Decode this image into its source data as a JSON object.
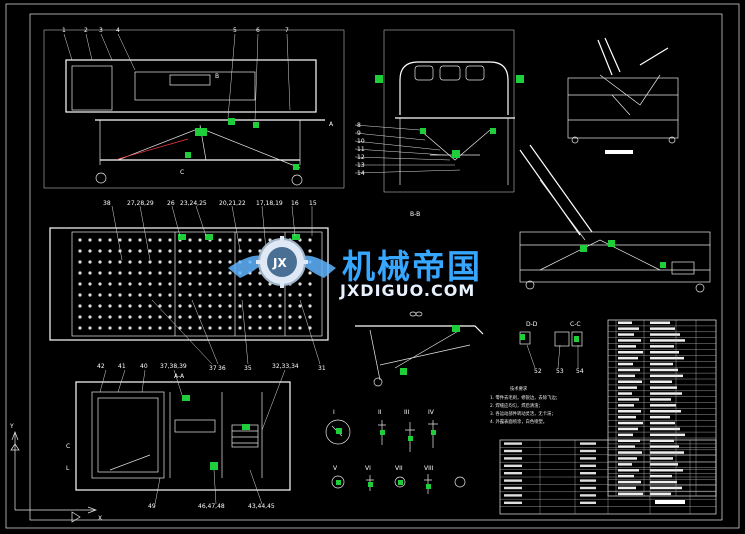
{
  "watermark": {
    "cn_text": "机械帝国",
    "en_text": "JXDIGUO.COM",
    "badge_text": "JX"
  },
  "front_view": {
    "part_numbers_top": [
      "1",
      "2",
      "3",
      "4",
      "5",
      "6",
      "7"
    ],
    "labels_mid": [
      "A",
      "B",
      "C"
    ]
  },
  "side_view": {
    "part_numbers_right": [
      "8",
      "9",
      "10",
      "11",
      "12",
      "13",
      "14"
    ]
  },
  "plan_view": {
    "part_numbers_top": [
      "38",
      "27,28,29",
      "26",
      "23,24,25",
      "20,21,22",
      "17,18,19",
      "16",
      "15"
    ],
    "part_numbers_bottom": [
      "37",
      "36",
      "35",
      "31"
    ],
    "section_label": "B-B"
  },
  "section_view": {
    "title": "A-A",
    "part_numbers_top": [
      "42",
      "41",
      "40",
      "37,38,39",
      "32,33,34"
    ],
    "part_numbers_bottom": [
      "49",
      "46,47,48",
      "43,44,45"
    ]
  },
  "details": {
    "d_labels": [
      "D-D",
      "C-C"
    ],
    "d_numbers": [
      "52",
      "53",
      "54"
    ],
    "small_views": [
      "I",
      "II",
      "III",
      "IV",
      "V",
      "VI",
      "VII",
      "VIII"
    ]
  },
  "notes": {
    "title": "技术要求",
    "lines": [
      "1. 零件去毛刺，修锐边，去除飞边；",
      "2. 焊缝应均匀，焊后清渣；",
      "3. 各运动部件转动灵活，无卡滞；",
      "4. 外露表面喷涂，白色喷塑。"
    ]
  },
  "colors": {
    "background": "#000000",
    "lines": "#e8e8e8",
    "highlight": "#1fcf3a",
    "dimension": "#ff3b3b",
    "logo_blue": "#36a6ff"
  }
}
